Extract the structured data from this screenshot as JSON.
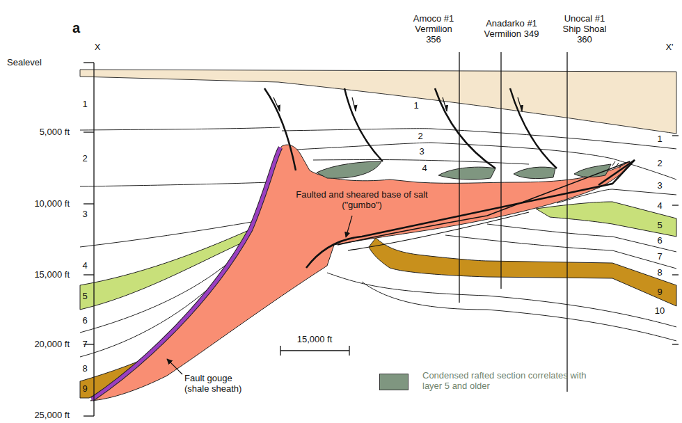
{
  "diagram": {
    "labels": [
      "a",
      "X",
      "X'",
      "Sealevel",
      "5,000 ft",
      "10,000 ft",
      "15,000 ft",
      "20,000 ft",
      "25,000 ft",
      "Amoco #1 Vermilion 356",
      "Anadarko #1 Vermilion 349",
      "Unocal #1 Ship Shoal 360",
      "1",
      "2",
      "3",
      "4",
      "5",
      "6",
      "7",
      "8",
      "9",
      "1",
      "2",
      "3",
      "4",
      "1",
      "2",
      "3",
      "4",
      "5",
      "6",
      "7",
      "8",
      "9",
      "10",
      "Faulted and sheared base of salt (\"gumbo\")",
      "Fault gouge (shale sheath)",
      "15,000 ft"
    ],
    "legend": [
      {
        "text": "Condensed rafted section correlates with layer 5 and older",
        "color": "#7f9680"
      }
    ]
  }
}
